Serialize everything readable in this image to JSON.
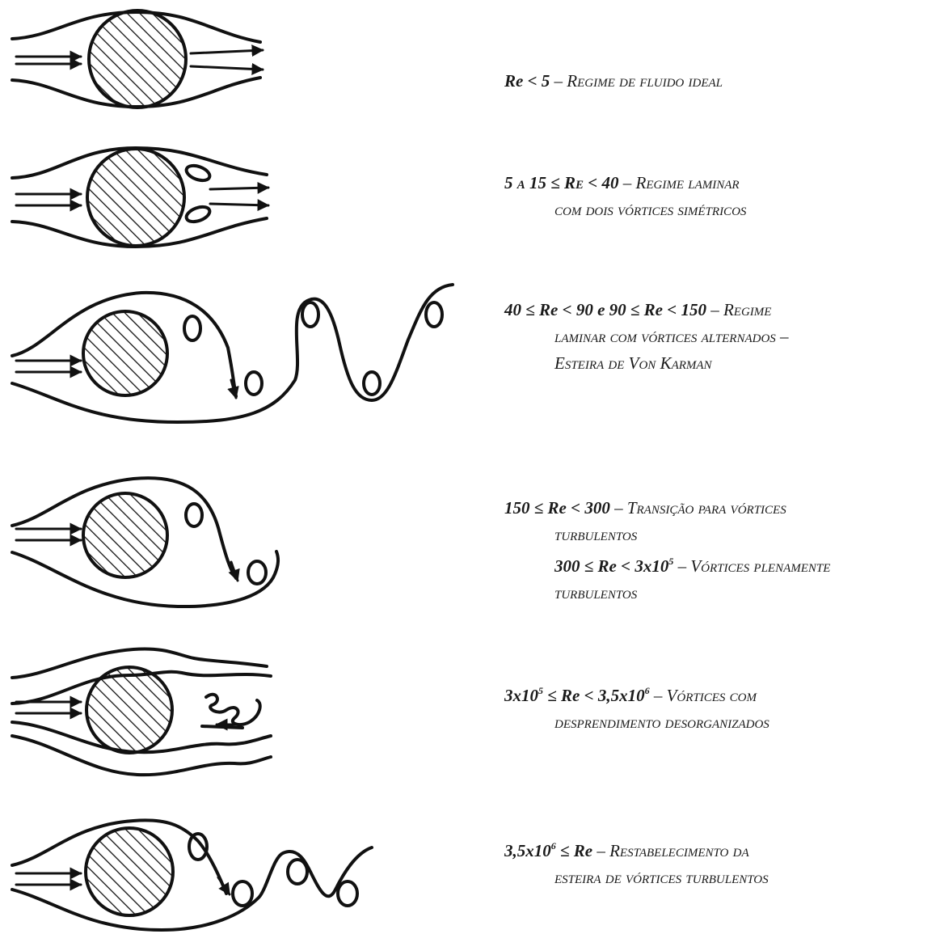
{
  "regimes": [
    {
      "lines": [
        [
          {
            "t": "Re < 5",
            "b": true
          },
          {
            "t": " – "
          },
          {
            "t": "Regime de fluido ideal",
            "sc": true
          }
        ]
      ]
    },
    {
      "lines": [
        [
          {
            "t": "5 a 15 ≤ Re < 40",
            "b": true,
            "sc": true
          },
          {
            "t": " – "
          },
          {
            "t": "Regime laminar",
            "sc": true
          }
        ],
        [
          {
            "t": "com dois vórtices simétricos",
            "sc": true
          }
        ]
      ]
    },
    {
      "lines": [
        [
          {
            "t": "40 ≤ Re < 90 e 90 ≤ Re < 150",
            "b": true
          },
          {
            "t": " – "
          },
          {
            "t": "Regime",
            "sc": true
          }
        ],
        [
          {
            "t": "laminar com vórtices alternados –",
            "sc": true
          }
        ],
        [
          {
            "t": "Esteira de Von Karman",
            "sc": true
          }
        ]
      ]
    },
    {
      "lines": [
        [
          {
            "t": "150 ≤ Re < 300",
            "b": true
          },
          {
            "t": " – "
          },
          {
            "t": "Transição para vórtices",
            "sc": true
          }
        ],
        [
          {
            "t": "turbulentos",
            "sc": true
          }
        ],
        [
          {
            "t": "300 ≤ Re < 3x10",
            "b": true
          },
          {
            "t": "5",
            "sup": true
          },
          {
            "t": " – "
          },
          {
            "t": "Vórtices plenamente",
            "sc": true
          }
        ],
        [
          {
            "t": "turbulentos",
            "sc": true
          }
        ]
      ]
    },
    {
      "lines": [
        [
          {
            "t": "3x10",
            "b": true
          },
          {
            "t": "5",
            "sup": true
          },
          {
            "t": " ≤ Re < 3,5x10",
            "b": true
          },
          {
            "t": "6",
            "sup": true
          },
          {
            "t": " – "
          },
          {
            "t": "Vórtices com",
            "sc": true
          }
        ],
        [
          {
            "t": "desprendimento desorganizados",
            "sc": true
          }
        ]
      ]
    },
    {
      "lines": [
        [
          {
            "t": "3,5x10",
            "b": true
          },
          {
            "t": "6",
            "sup": true
          },
          {
            "t": " ≤ Re",
            "b": true
          },
          {
            "t": " – "
          },
          {
            "t": "Restabelecimento da",
            "sc": true
          }
        ],
        [
          {
            "t": "esteira de vórtices turbulentos",
            "sc": true
          }
        ]
      ]
    }
  ]
}
